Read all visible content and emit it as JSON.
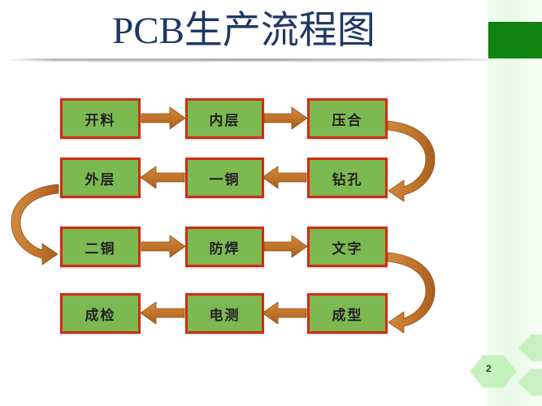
{
  "slide": {
    "title": "PCB生产流程图",
    "page_number": "2",
    "background_color": "#ffffff",
    "title_color": "#1f3864",
    "accent_block_color": "#128412",
    "band_color": "#eaf9e7"
  },
  "flowchart": {
    "node_fill": "#7cb950",
    "node_border": "#d42b12",
    "arrow_color": "#c0752c",
    "rows": [
      {
        "direction": "right",
        "nodes": [
          {
            "label": "开料"
          },
          {
            "label": "内层"
          },
          {
            "label": "压合"
          }
        ]
      },
      {
        "direction": "left",
        "nodes": [
          {
            "label": "外层"
          },
          {
            "label": "一铜"
          },
          {
            "label": "钻孔"
          }
        ]
      },
      {
        "direction": "right",
        "nodes": [
          {
            "label": "二铜"
          },
          {
            "label": "防焊"
          },
          {
            "label": "文字"
          }
        ]
      },
      {
        "direction": "left",
        "nodes": [
          {
            "label": "成检"
          },
          {
            "label": "电测"
          },
          {
            "label": "成型"
          }
        ]
      }
    ],
    "connectors": [
      {
        "from": "压合",
        "to": "钻孔",
        "side": "right",
        "shape": "u-turn"
      },
      {
        "from": "外层",
        "to": "二铜",
        "side": "left",
        "shape": "u-turn"
      },
      {
        "from": "文字",
        "to": "成型",
        "side": "right",
        "shape": "u-turn"
      }
    ],
    "sequence": [
      "开料",
      "内层",
      "压合",
      "钻孔",
      "一铜",
      "外层",
      "二铜",
      "防焊",
      "文字",
      "成型",
      "电测",
      "成检"
    ]
  },
  "decorations": {
    "hexagons": [
      {
        "name": "hexagon-left"
      },
      {
        "name": "hexagon-top-right"
      },
      {
        "name": "hexagon-bottom-right"
      }
    ]
  }
}
